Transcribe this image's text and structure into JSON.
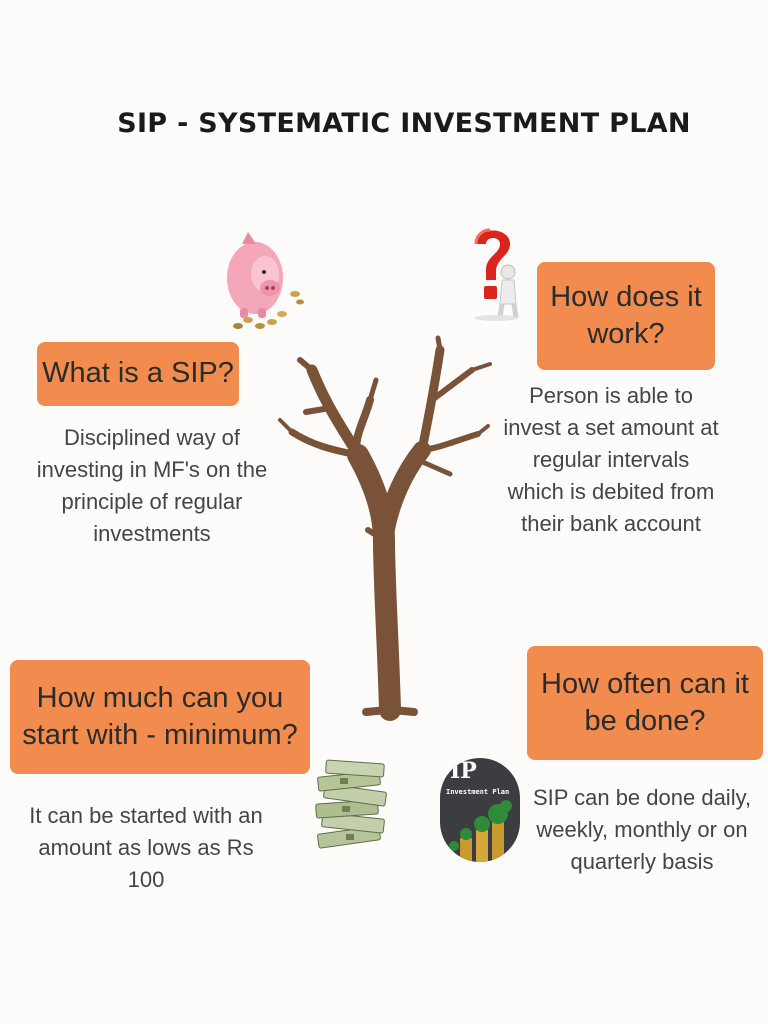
{
  "title": "SIP - SYSTEMATIC INVESTMENT PLAN",
  "sections": {
    "what": {
      "heading": "What is a SIP?",
      "text": "Disciplined way of\ninvesting in MF's on the\nprinciple of regular\ninvestments"
    },
    "how": {
      "heading": "How does it\nwork?",
      "text": "Person is able to\ninvest a set amount at\nregular intervals\nwhich is debited from\ntheir bank account"
    },
    "minimum": {
      "heading": "How much can you\nstart with - minimum?",
      "text": "It can be started with an\namount as lows as Rs\n100"
    },
    "frequency": {
      "heading": "How often can it\nbe done?",
      "text": "SIP can be done daily,\nweekly, monthly or on\nquarterly basis"
    }
  },
  "badge": {
    "line1": "IP",
    "line2": "Investment Plan"
  },
  "colors": {
    "accent": "#f28c4e",
    "tree": "#7a5238",
    "piggy": "#f4a7b9",
    "question": "#d9251d"
  },
  "icons": [
    "piggy-bank-icon",
    "question-mark-person-icon",
    "bare-tree-illustration",
    "cash-stack-icon",
    "sip-investment-plan-badge"
  ]
}
